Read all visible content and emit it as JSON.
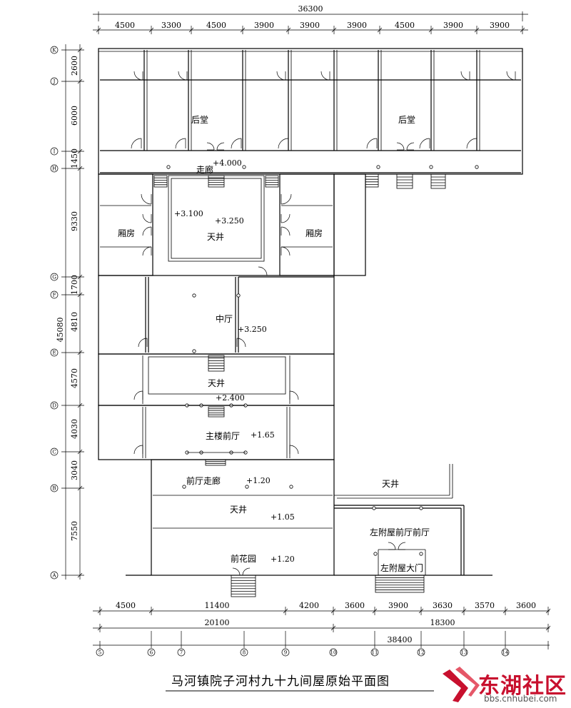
{
  "title": "马河镇院子河村九十九间屋原始平面图",
  "dimensions": {
    "top_total": "36300",
    "top_segments": [
      "4500",
      "3300",
      "4500",
      "3900",
      "3900",
      "3900",
      "4500",
      "3900",
      "3900"
    ],
    "left_total": "45080",
    "left_segments": [
      "2600",
      "6000",
      "1450",
      "9330",
      "1700",
      "4810",
      "4570",
      "4030",
      "3040",
      "7550"
    ],
    "bottom_row1": [
      "4500",
      "11400",
      "4200",
      "3600",
      "3900",
      "3630",
      "3570",
      "3600"
    ],
    "bottom_row2": [
      "20100",
      "18300"
    ],
    "bottom_row3": [
      "38400"
    ]
  },
  "axes": {
    "rows": [
      "K",
      "J",
      "I",
      "H",
      "G",
      "F",
      "E",
      "D",
      "C",
      "B",
      "A"
    ],
    "cols": [
      "5",
      "6",
      "7",
      "8",
      "9",
      "10",
      "11",
      "12",
      "13",
      "14"
    ]
  },
  "rooms": {
    "back_hall_left": "后堂",
    "back_hall_right": "后堂",
    "corridor": "走廊",
    "wing_left": "厢房",
    "wing_right": "厢房",
    "courtyard_upper": "天井",
    "middle_hall": "中厅",
    "courtyard_middle": "天井",
    "front_hall": "主楼前厅",
    "front_corridor": "前厅走廊",
    "courtyard_lower": "天井",
    "front_garden": "前花园",
    "courtyard_right": "天井",
    "annex_front_hall": "左附屋前厅前厅",
    "annex_gate": "左附屋大门"
  },
  "elevations": {
    "corridor": "+4.000",
    "upper_left": "+3.100",
    "upper_center": "+3.250",
    "middle_hall": "+3.250",
    "courtyard_middle": "+2.400",
    "front_hall": "+1.65",
    "front_corridor": "+1.20",
    "courtyard_lower": "+1.05",
    "front_garden": "+1.20"
  },
  "logo": {
    "name": "东湖社区",
    "url": "bbs.cnhubei.com",
    "accent_color": "#c8102e",
    "icon": "red-arrow-logo-icon"
  }
}
